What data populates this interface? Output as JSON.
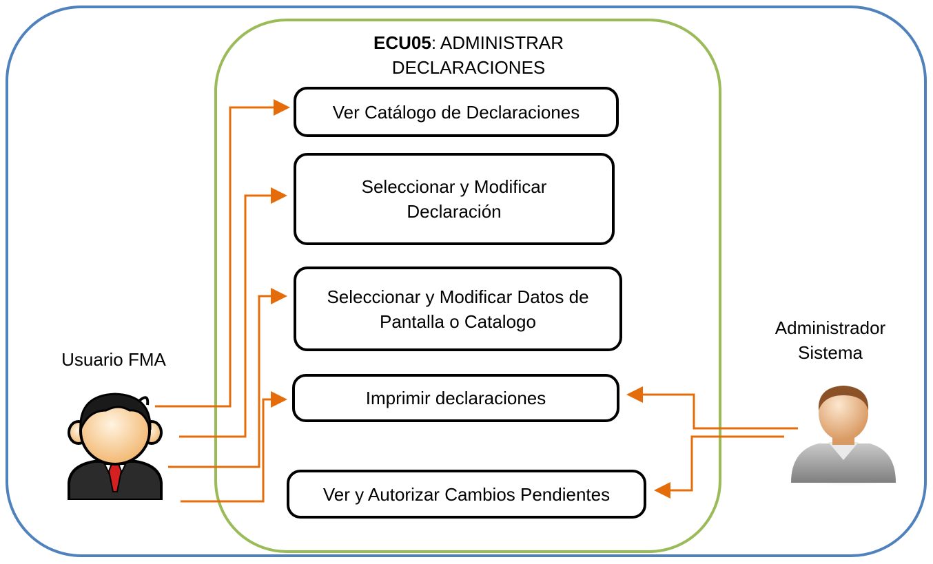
{
  "diagram": {
    "title_code": "ECU05",
    "title_sep": ": ADMINISTRAR",
    "title_line2": "DECLARACIONES",
    "use_cases": [
      "Ver Catálogo de Declaraciones",
      "Seleccionar y Modificar Declaración",
      "Seleccionar y Modificar Datos de Pantalla o Catalogo",
      "Imprimir declaraciones",
      "Ver y Autorizar Cambios Pendientes"
    ],
    "actors": {
      "fma": "Usuario FMA",
      "admin": "Administrador Sistema"
    },
    "colors": {
      "outer_frame": "#4f81bd",
      "system_boundary": "#9bbb59",
      "connector": "#e46c0a",
      "box_border": "#000000"
    }
  }
}
